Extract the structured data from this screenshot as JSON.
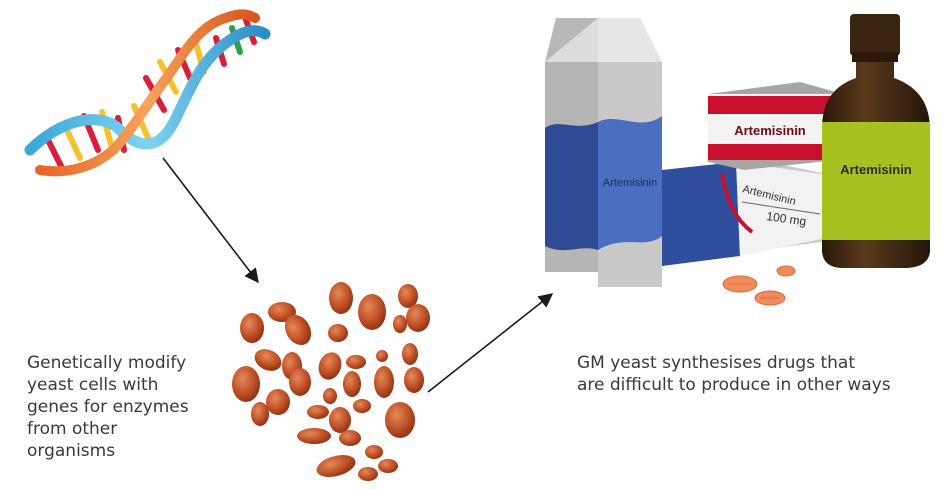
{
  "captions": {
    "left": "Genetically modify\nyeast cells with\ngenes for enzymes\nfrom other\norganisms",
    "right": "GM yeast synthesises drugs that\nare difficult to produce in other ways"
  },
  "product_labels": {
    "carton": "Artemisinin",
    "red_box": "Artemisinin",
    "blister_box": "Artemisinin",
    "dose": "100 mg",
    "bottle": "Artemisinin"
  },
  "colors": {
    "text": "#3a3a3a",
    "yeast": "#b5441f",
    "carton_blue": "#2f4f9e",
    "carton_grey": "#c8c8c8",
    "red_box": "#c8102e",
    "bottle_glass": "#3b2410",
    "bottle_label": "#a7c220",
    "tablet": "#f28b5c"
  },
  "icons": [
    "dna-helix-icon",
    "yeast-cells-icon",
    "drug-carton-icon",
    "medicine-bottle-icon",
    "tablets-icon"
  ]
}
